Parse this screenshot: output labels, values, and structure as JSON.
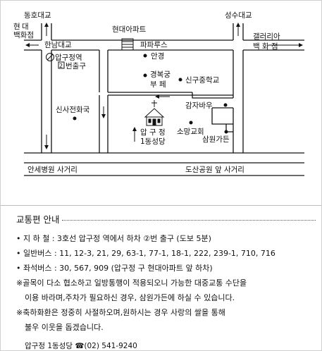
{
  "map": {
    "places": {
      "dongho_bridge": "동호대교",
      "hyundai_dept": [
        "현",
        "대",
        "백화점"
      ],
      "seongsu_bridge": "성수대교",
      "hyundai_apt": "현대아파트",
      "galleria_dept": [
        "갤러리아",
        "백 화 점"
      ],
      "hannam_bridge": "한남대교",
      "paparus": "파파루스",
      "apgujeong_station": "압구정역",
      "exit_label": "번출구",
      "exit_number": "2",
      "optician": "안경",
      "gyeongbok_palace": [
        "경복궁",
        "부   페"
      ],
      "singu_middle": "신구중학교",
      "sinsa_post": "신사전화국",
      "potato_bar": "감자바우",
      "church": [
        "압 구 정",
        "1동성당"
      ],
      "somang_church": "소망교회",
      "samwon_garden": "삼원가든",
      "anse_hospital": "안세병원 사거리",
      "dosan_park": "도산공원 앞 사거리"
    }
  },
  "info": {
    "title": "교통편 안내",
    "rows": [
      "• 지 하 철 : 3호선 압구정 역에서 하차 ②번 출구 (도보 5분)",
      "• 일반버스 : 11, 12-3, 21, 29, 63-1, 77-1, 18-1, 222, 239-1, 710, 716",
      "• 좌석버스 : 30, 567, 909 (압구정 구 현대아파트 앞 하차)"
    ],
    "notes": [
      [
        "※골목이 다소 협소하고 일방통행이 적용되오니 가능한 대중교통 수단을",
        "이용 바라며,주차가 필요하신 경우, 삼원가든에 하실 수 있습니다."
      ],
      [
        "※축하화환은 정중히 사절하오며,원하시는 경우 사랑의 쌀을 통해",
        "불우 이웃을 돕겠습니다."
      ]
    ],
    "footer": "압구정 1동성당 ☎(02) 541-9240"
  }
}
